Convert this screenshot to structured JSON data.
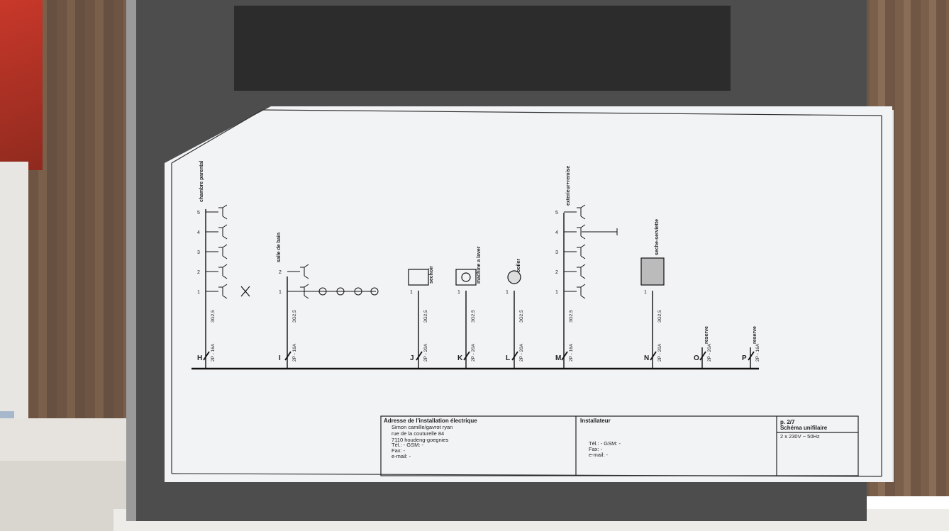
{
  "circuits": [
    {
      "letter": "H",
      "breaker": "2P - 16A",
      "cable": "3G2,5",
      "name": "chambre parental",
      "points": [
        "1",
        "2",
        "3",
        "4",
        "5"
      ]
    },
    {
      "letter": "I",
      "breaker": "2P - 16A",
      "cable": "3G2,5",
      "name": "salle de bain",
      "points": [
        "1",
        "2"
      ]
    },
    {
      "letter": "J",
      "breaker": "2P - 20A",
      "cable": "3G2,5",
      "name": "sechoir",
      "points": [
        "1"
      ]
    },
    {
      "letter": "K",
      "breaker": "2P - 20A",
      "cable": "3G2,5",
      "name": "machine a laver",
      "points": [
        "1"
      ]
    },
    {
      "letter": "L",
      "breaker": "2P - 20A",
      "cable": "3G2,5",
      "name": "boiler",
      "points": [
        "1"
      ]
    },
    {
      "letter": "M",
      "breaker": "2P - 16A",
      "cable": "3G2,5",
      "name": "exterieur+remise",
      "points": [
        "1",
        "2",
        "3",
        "4",
        "5"
      ]
    },
    {
      "letter": "N",
      "breaker": "2P - 20A",
      "cable": "3G2,5",
      "name": "seche-serviette",
      "points": [
        "1"
      ]
    },
    {
      "letter": "O",
      "breaker": "2P - 20A",
      "cable": "",
      "name": "reserve",
      "points": []
    },
    {
      "letter": "P",
      "breaker": "2P - 16A",
      "cable": "",
      "name": "reserve",
      "points": []
    }
  ],
  "title_block": {
    "address_title": "Adresse de l'installation électrique",
    "address_lines": [
      "Simon camille/gavrot ryan",
      "rue de la couturelle 84",
      "7110  houdeng-goegnies",
      "Tél.: -     GSM: -",
      "Fax: -",
      "e-mail: -"
    ],
    "installer_title": "Installateur",
    "installer_lines": [
      "Tél.: -          GSM: -",
      "Fax: -",
      "e-mail: -"
    ],
    "page": "p. 2/7",
    "doc_title": "Schéma unifilaire",
    "supply": "2 x 230V ~ 50Hz"
  },
  "colors": {
    "ink": "#1a1a1a",
    "paper": "#f2f3f5",
    "panel": "#4d4d4d",
    "wood": "#7a5f4b",
    "red": "#c8382a"
  }
}
